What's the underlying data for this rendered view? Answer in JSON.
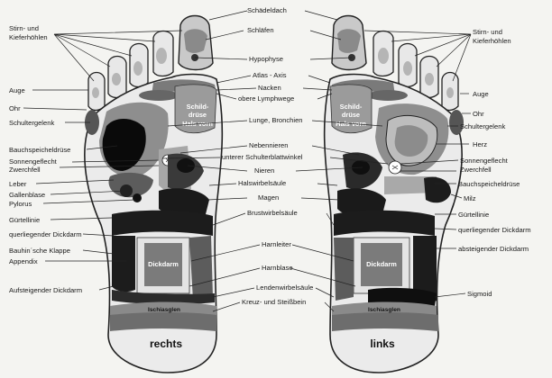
{
  "feet": {
    "right": "rechts",
    "left": "links"
  },
  "inner_labels": {
    "schilddruese_r": "Schild-",
    "schilddruese_r2": "drüse",
    "halsvorn_r": "Hals vorn",
    "schilddruese_l": "Schild-",
    "schilddruese_l2": "drüse",
    "halsvorn_l": "Hals vorn",
    "ischias_r": "Ischiasglen",
    "ischias_l": "Ischiasglen",
    "dickdarm_r": "Dickdarm",
    "dickdarm_l": "Dickdarm"
  },
  "center_labels": [
    "Schädeldach",
    "Schläfen",
    "Hypophyse",
    "Atlas - Axis",
    "Nacken",
    "obere Lymphwege",
    "Lunge, Bronchien",
    "Nebennieren",
    "unterer Schulterblattwinkel",
    "Nieren",
    "Halswirbelsäule",
    "Magen",
    "Brustwirbelsäule",
    "Harnleiter",
    "Harnblase",
    "Lendenwirbelsäule",
    "Kreuz- und Steißbein"
  ],
  "left_labels": [
    "Stirn- und",
    "Kieferhöhlen",
    "Auge",
    "Ohr",
    "Schultergelenk",
    "Bauchspeicheldrüse",
    "Sonnengeflecht",
    "Zwerchfell",
    "Leber",
    "Gallenblase",
    "Pylorus",
    "Gürtellinie",
    "querliegender Dickdarm",
    "Bauhin´sche Klappe",
    "Appendix",
    "Aufsteigender Dickdarm"
  ],
  "right_labels": [
    "Stirn- und",
    "Kieferhöhlen",
    "Auge",
    "Ohr",
    "Schultergelenk",
    "Herz",
    "Sonnengeflecht",
    "Zwerchfell",
    "Bauchspeicheldrüse",
    "Milz",
    "Gürtellinie",
    "querliegender Dickdarm",
    "absteigender Dickdarm",
    "Sigmoid"
  ]
}
